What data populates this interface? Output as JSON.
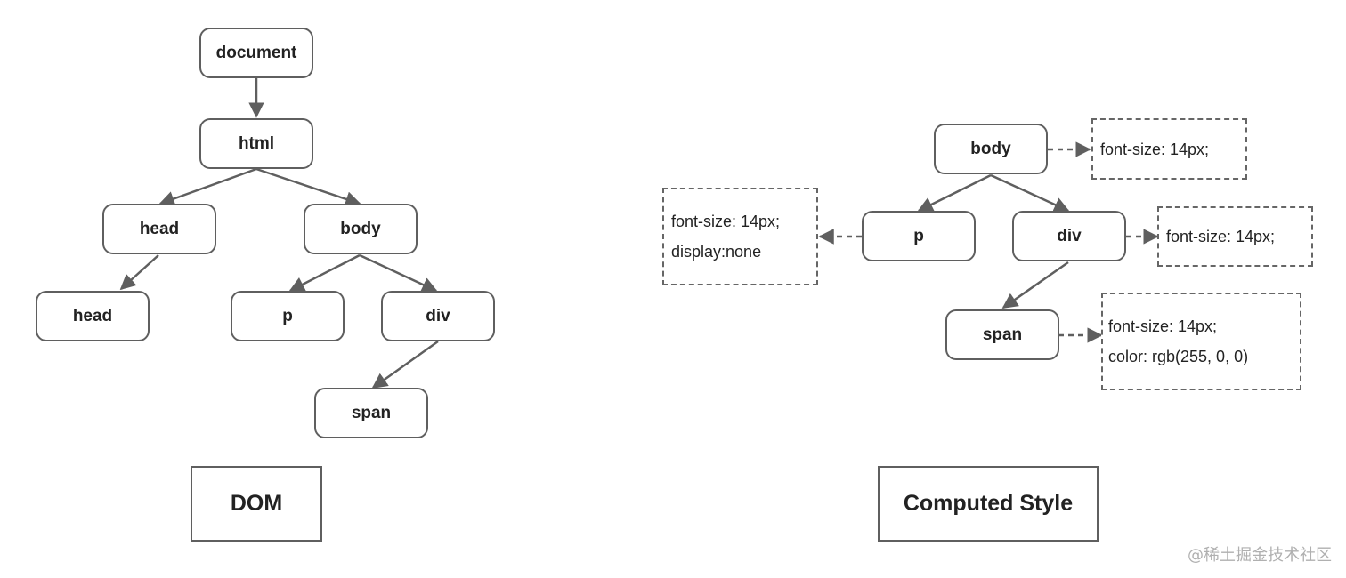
{
  "dom_tree": {
    "nodes": {
      "document": "document",
      "html": "html",
      "head": "head",
      "body": "body",
      "head_child": "head",
      "p": "p",
      "div": "div",
      "span": "span"
    },
    "caption": "DOM"
  },
  "computed_style_tree": {
    "nodes": {
      "body": "body",
      "p": "p",
      "div": "div",
      "span": "span"
    },
    "styles": {
      "body": [
        "font-size: 14px;"
      ],
      "p": [
        "font-size: 14px;",
        "display:none"
      ],
      "div": [
        "font-size: 14px;"
      ],
      "span": [
        "font-size: 14px;",
        "color: rgb(255, 0, 0)"
      ]
    },
    "caption": "Computed Style"
  },
  "watermark": "@稀土掘金技术社区"
}
